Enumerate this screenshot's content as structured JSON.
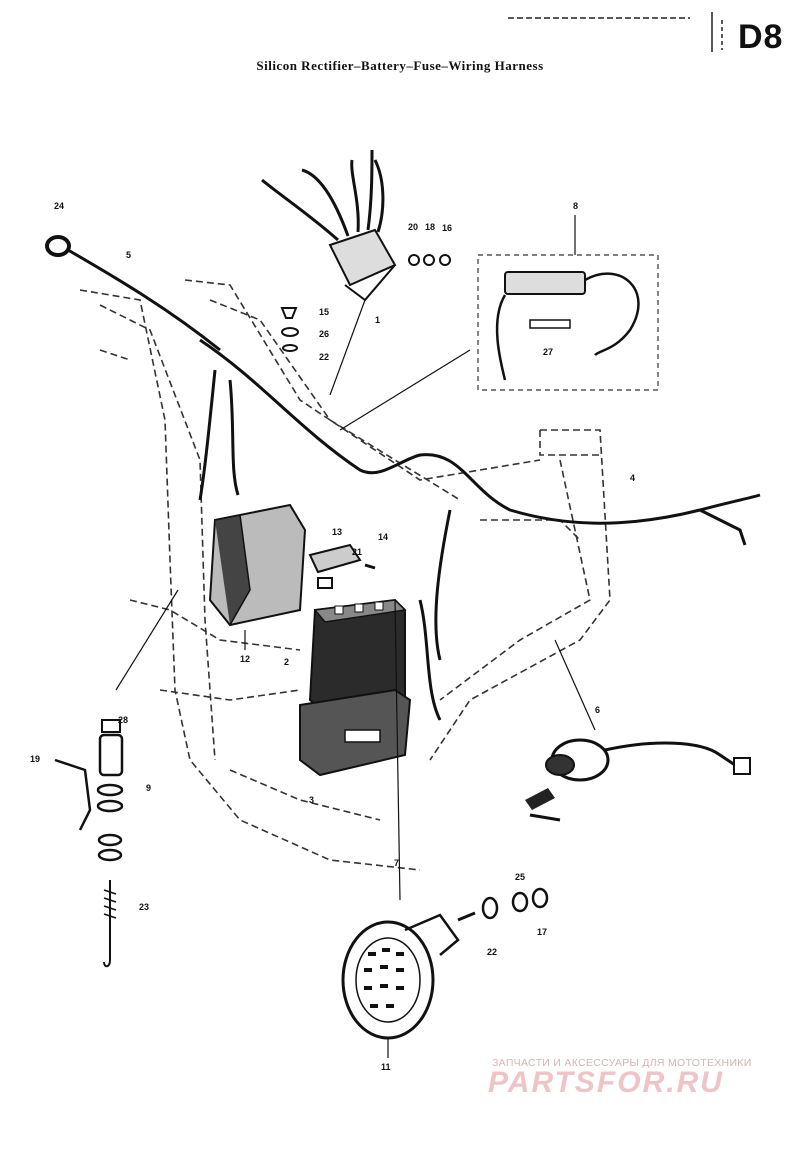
{
  "page_code": "D8",
  "title": "Silicon Rectifier–Battery–Fuse–Wiring Harness",
  "watermark": {
    "subtitle": "ЗАПЧАСТИ И АКСЕССУАРЫ ДЛЯ МОТОТЕХНИКИ",
    "brand": "PARTSFOR.RU"
  },
  "callouts": {
    "c1": "1",
    "c2": "2",
    "c3": "3",
    "c4": "4",
    "c5": "5",
    "c6": "6",
    "c7": "7",
    "c8": "8",
    "c9": "9",
    "c11": "11",
    "c12": "12",
    "c13": "13",
    "c14": "14",
    "c15": "15",
    "c16": "16",
    "c17": "17",
    "c18": "18",
    "c19": "19",
    "c20": "20",
    "c21": "21",
    "c22a": "22",
    "c22b": "22",
    "c23": "23",
    "c24": "24",
    "c25": "25",
    "c26": "26",
    "c27": "27",
    "c28": "28"
  }
}
